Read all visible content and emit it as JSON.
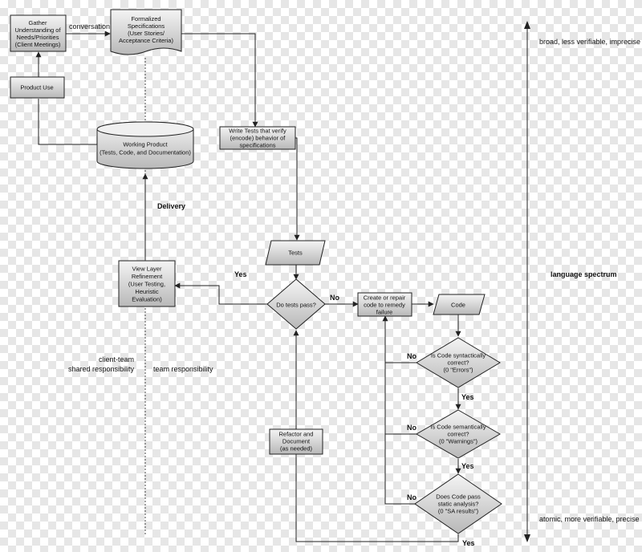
{
  "nodes": {
    "gather": [
      "Gather",
      "Understanding of",
      "Needs/Priorities",
      "(Client Meetings)"
    ],
    "formalized": [
      "Formalized",
      "Specifications",
      "(User Stories/",
      "Acceptance Criteria)"
    ],
    "product_use": [
      "Product Use"
    ],
    "working_product": [
      "Working Product",
      "(Tests, Code, and Documentation)"
    ],
    "write_tests": [
      "Write Tests that verify",
      "(encode) behavior of",
      "specifications"
    ],
    "tests": [
      "Tests"
    ],
    "view_layer": [
      "View Layer",
      "Refinement",
      "(User Testing,",
      "Heuristic",
      "Evaluation)"
    ],
    "do_tests_pass": [
      "Do tests pass?"
    ],
    "create_repair": [
      "Create or repair",
      "code to remedy",
      "failure"
    ],
    "code": [
      "Code"
    ],
    "syntactic": [
      "Is Code syntactically",
      "correct?",
      "(0 \"Errors\")"
    ],
    "semantic": [
      "Is Code semantically",
      "correct?",
      "(0 \"Warnings\")"
    ],
    "static_analysis": [
      "Does Code pass",
      "static analysis?",
      "(0 \"SA results\")"
    ],
    "refactor": [
      "Refactor and",
      "Document",
      "(as needed)"
    ]
  },
  "labels": {
    "conversation": "conversation",
    "delivery": "Delivery",
    "yes_view": "Yes",
    "no_tests": "No",
    "no_syntactic": "No",
    "yes_syntactic": "Yes",
    "no_semantic": "No",
    "yes_semantic": "Yes",
    "no_static": "No",
    "yes_static": "Yes",
    "client_team": "client-team",
    "shared_responsibility": "shared responsibility",
    "team_responsibility": "team responsibility"
  },
  "spectrum": {
    "top": "broad, less verifiable, imprecise",
    "middle": "language spectrum",
    "bottom": "atomic, more verifiable, precise"
  },
  "colors": {
    "fill_light": "#f4f4f4",
    "fill_dark": "#b8b8b8",
    "stroke": "#222222"
  }
}
